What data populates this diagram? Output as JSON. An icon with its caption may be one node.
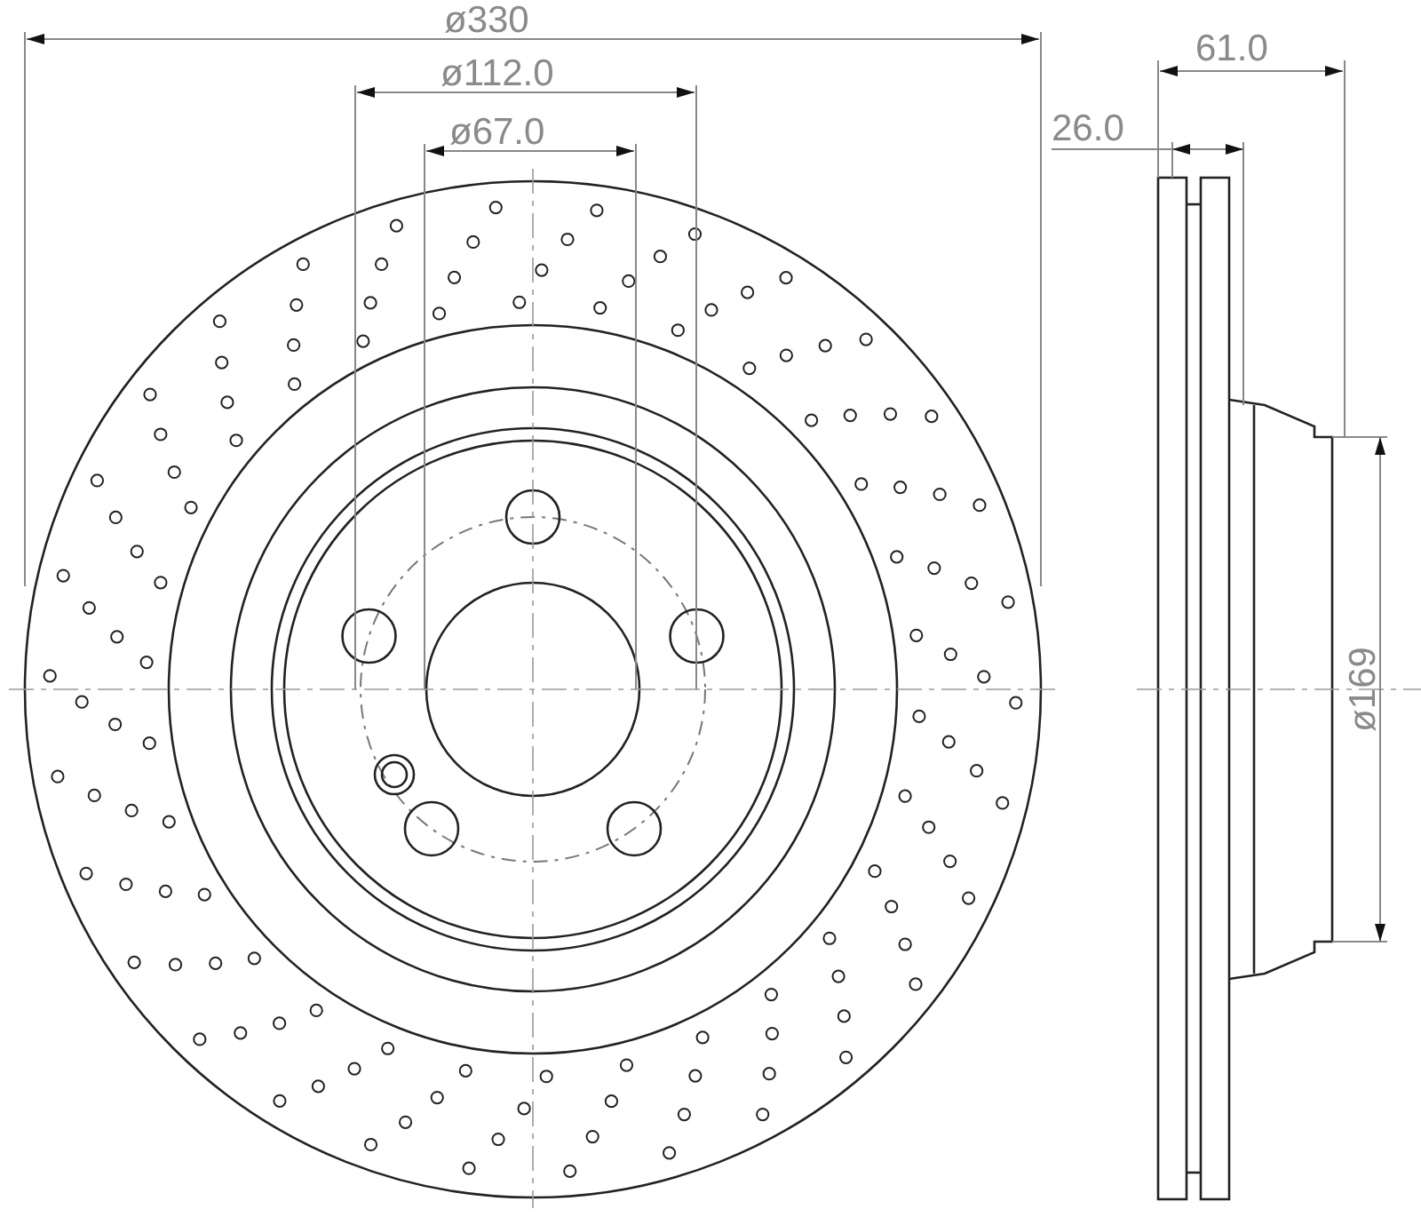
{
  "diagram": {
    "labels": [
      "ø330",
      "ø112.0",
      "ø67.0",
      "61.0",
      "26.0",
      "ø169"
    ]
  }
}
